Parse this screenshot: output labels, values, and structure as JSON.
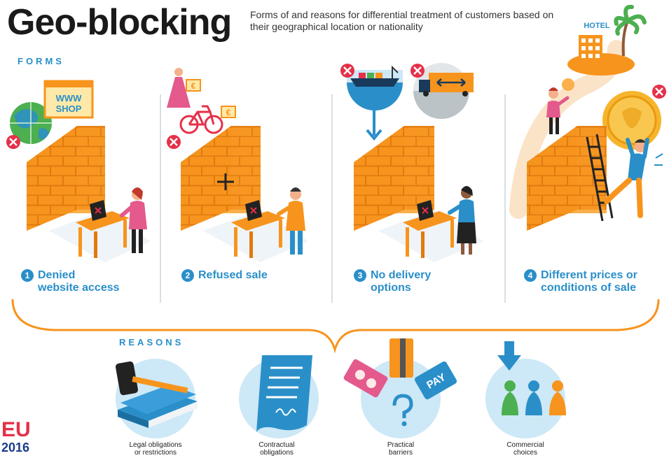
{
  "header": {
    "title": "Geo-blocking",
    "subtitle": "Forms of and reasons for differential treatment of customers based on their geographical location or nationality"
  },
  "forms": {
    "label": "FORMS",
    "items": [
      {
        "number": "1",
        "line1": "Denied",
        "line2": "website access"
      },
      {
        "number": "2",
        "line1": "Refused sale",
        "line2": ""
      },
      {
        "number": "3",
        "line1": "No delivery",
        "line2": "options"
      },
      {
        "number": "4",
        "line1": "Different prices or",
        "line2": "conditions of sale"
      }
    ]
  },
  "illustration_text": {
    "www": "WWW",
    "shop": "SHOP",
    "hotel": "HOTEL",
    "pay": "PAY",
    "euro": "€"
  },
  "reasons": {
    "label": "REASONS",
    "items": [
      {
        "line1": "Legal obligations",
        "line2": "or restrictions"
      },
      {
        "line1": "Contractual",
        "line2": "obligations"
      },
      {
        "line1": "Practical",
        "line2": "barriers"
      },
      {
        "line1": "Commercial",
        "line2": "choices"
      }
    ]
  },
  "logo": {
    "line1": "EU",
    "line2": "2016"
  },
  "colors": {
    "blue": "#2a8fc9",
    "orange": "#f7941d",
    "light_blue": "#cde8f6",
    "red": "#e5304a"
  }
}
